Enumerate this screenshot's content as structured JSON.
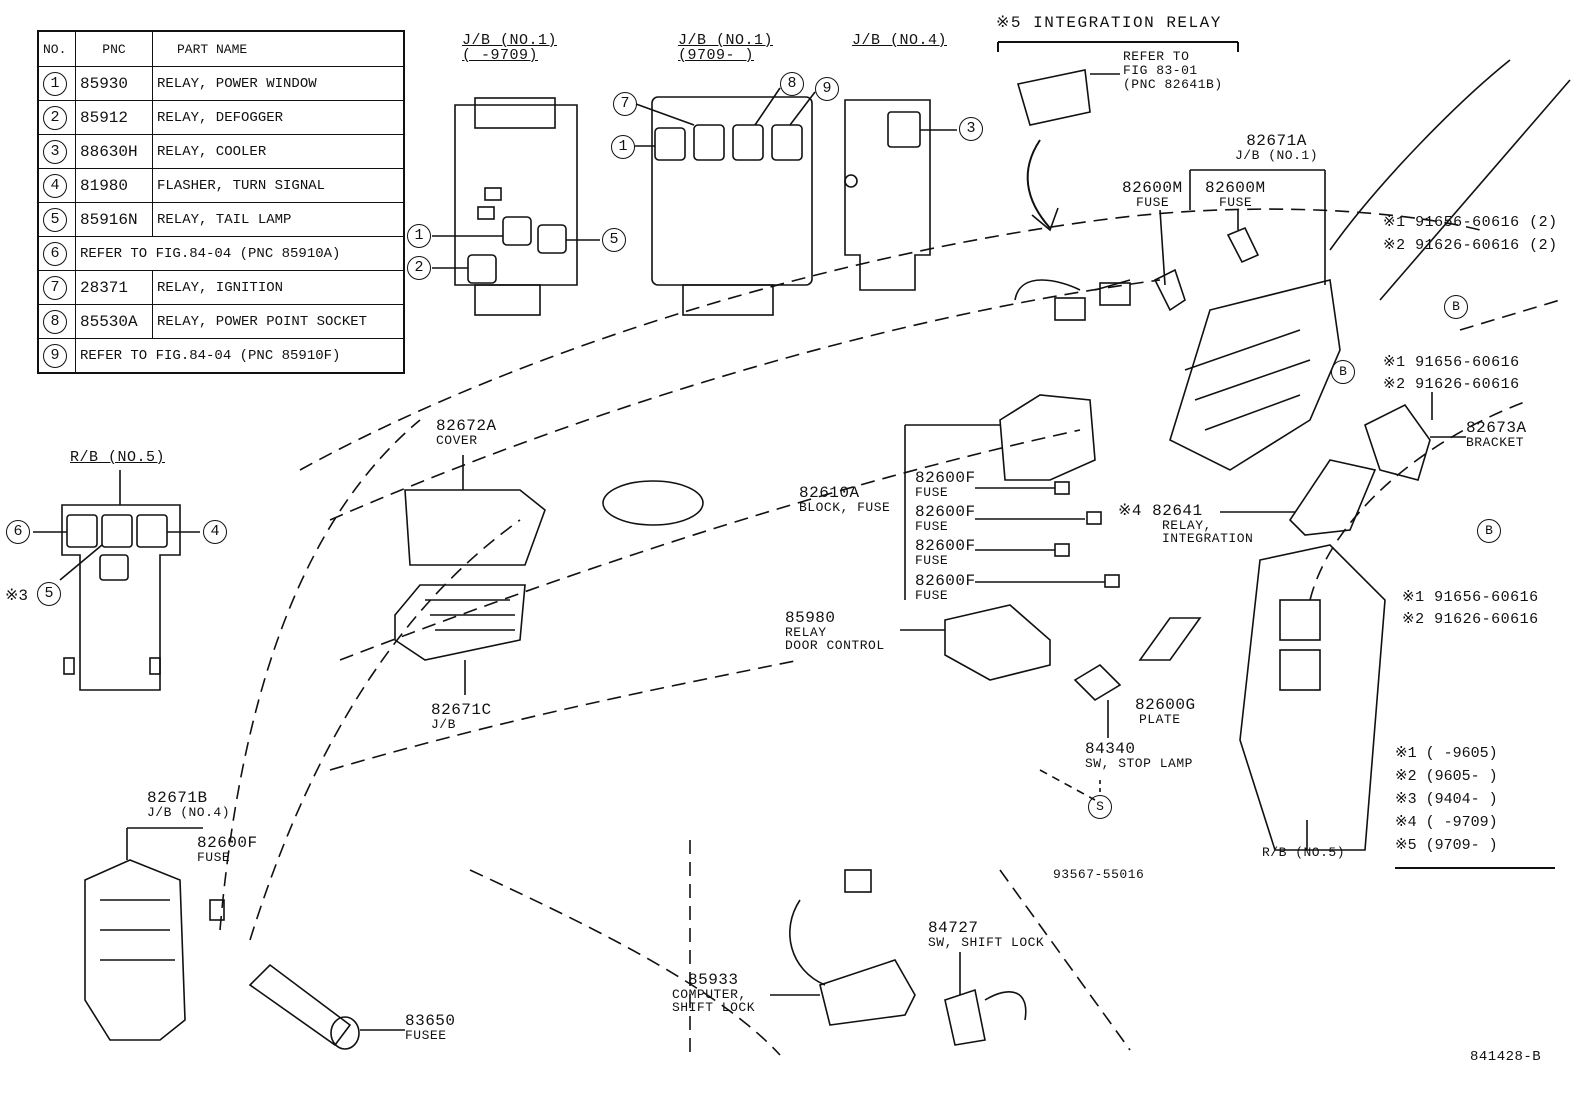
{
  "table": {
    "headers": [
      "NO.",
      "PNC",
      "PART NAME"
    ],
    "rows": [
      {
        "no": "1",
        "pnc": "85930",
        "name": "RELAY, POWER WINDOW"
      },
      {
        "no": "2",
        "pnc": "85912",
        "name": "RELAY, DEFOGGER"
      },
      {
        "no": "3",
        "pnc": "88630H",
        "name": "RELAY, COOLER"
      },
      {
        "no": "4",
        "pnc": "81980",
        "name": "FLASHER, TURN SIGNAL"
      },
      {
        "no": "5",
        "pnc": "85916N",
        "name": "RELAY, TAIL LAMP"
      },
      {
        "no": "6",
        "pnc": "",
        "name": "REFER TO FIG.84-04 (PNC 85910A)"
      },
      {
        "no": "7",
        "pnc": "28371",
        "name": "RELAY, IGNITION"
      },
      {
        "no": "8",
        "pnc": "85530A",
        "name": "RELAY, POWER POINT SOCKET"
      },
      {
        "no": "9",
        "pnc": "",
        "name": "REFER TO FIG.84-04 (PNC 85910F)"
      }
    ]
  },
  "headers": {
    "jb1_old": "J/B (NO.1)",
    "jb1_old_range": "(     -9709)",
    "jb1_new": "J/B (NO.1)",
    "jb1_new_range": "(9709-     )",
    "jb4": "J/B (NO.4)",
    "rb5": "R/B (NO.5)",
    "integration_relay": "※5 INTEGRATION RELAY"
  },
  "refer": {
    "line1": "REFER TO",
    "line2": "FIG 83-01",
    "line3": "(PNC 82641B)"
  },
  "parts": {
    "p82671a": {
      "pnc": "82671A",
      "desc": "J/B (NO.1)"
    },
    "p82600m_1": {
      "pnc": "82600M",
      "desc": "FUSE"
    },
    "p82600m_2": {
      "pnc": "82600M",
      "desc": "FUSE"
    },
    "p82672a": {
      "pnc": "82672A",
      "desc": "COVER"
    },
    "p82610a": {
      "pnc": "82610A",
      "desc": "BLOCK, FUSE"
    },
    "p82600f_1": {
      "pnc": "82600F",
      "desc": "FUSE"
    },
    "p82600f_2": {
      "pnc": "82600F",
      "desc": "FUSE"
    },
    "p82600f_3": {
      "pnc": "82600F",
      "desc": "FUSE"
    },
    "p82600f_4": {
      "pnc": "82600F",
      "desc": "FUSE"
    },
    "p82641": {
      "pnc": "※4 82641",
      "desc": "RELAY,",
      "desc2": "INTEGRATION"
    },
    "p82673a": {
      "pnc": "82673A",
      "desc": "BRACKET"
    },
    "p85980": {
      "pnc": "85980",
      "desc": "RELAY",
      "desc2": "DOOR CONTROL"
    },
    "p82600g": {
      "pnc": "82600G",
      "desc": "PLATE"
    },
    "p84340": {
      "pnc": "84340",
      "desc": "SW, STOP LAMP"
    },
    "p82671c": {
      "pnc": "82671C",
      "desc": "J/B"
    },
    "p82671b": {
      "pnc": "82671B",
      "desc": "J/B (NO.4)"
    },
    "p82600f_jb4": {
      "pnc": "82600F",
      "desc": "FUSE"
    },
    "p83650": {
      "pnc": "83650",
      "desc": "FUSEE"
    },
    "p85933": {
      "pnc": "85933",
      "desc": "COMPUTER,",
      "desc2": "SHIFT LOCK"
    },
    "p84727": {
      "pnc": "84727",
      "desc": "SW, SHIFT LOCK"
    },
    "p93567": {
      "pnc": "93567-55016"
    },
    "rb5_bottom": {
      "desc": "R/B (NO.5)"
    }
  },
  "bolts": {
    "top_1": "※1 91656-60616 (2)",
    "top_2": "※2 91626-60616 (2)",
    "mid_1": "※1 91656-60616",
    "mid_2": "※2 91626-60616",
    "low_1": "※1 91656-60616",
    "low_2": "※2 91626-60616"
  },
  "markers": {
    "b": "B",
    "s": "S",
    "note3": "※3"
  },
  "legend": [
    "※1 (      -9605)",
    "※2 (9605-      )",
    "※3 (9404-      )",
    "※4 (      -9709)",
    "※5 (9709-      )"
  ],
  "figure_id": "841428-B"
}
